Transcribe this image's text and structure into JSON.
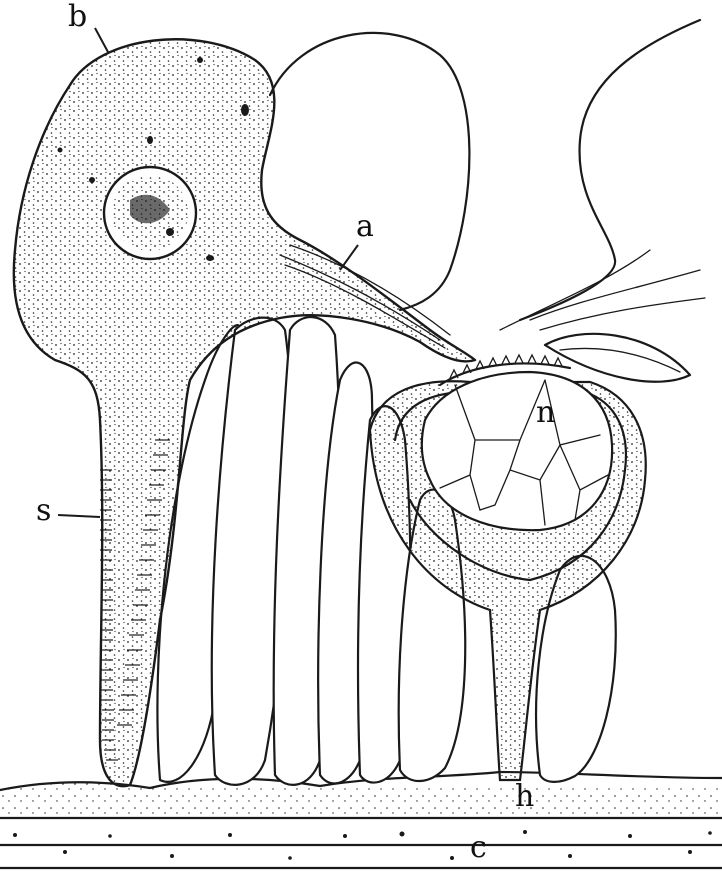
{
  "labels": {
    "b": "b",
    "a": "a",
    "n": "n",
    "s": "s",
    "h": "h",
    "c": "c"
  }
}
